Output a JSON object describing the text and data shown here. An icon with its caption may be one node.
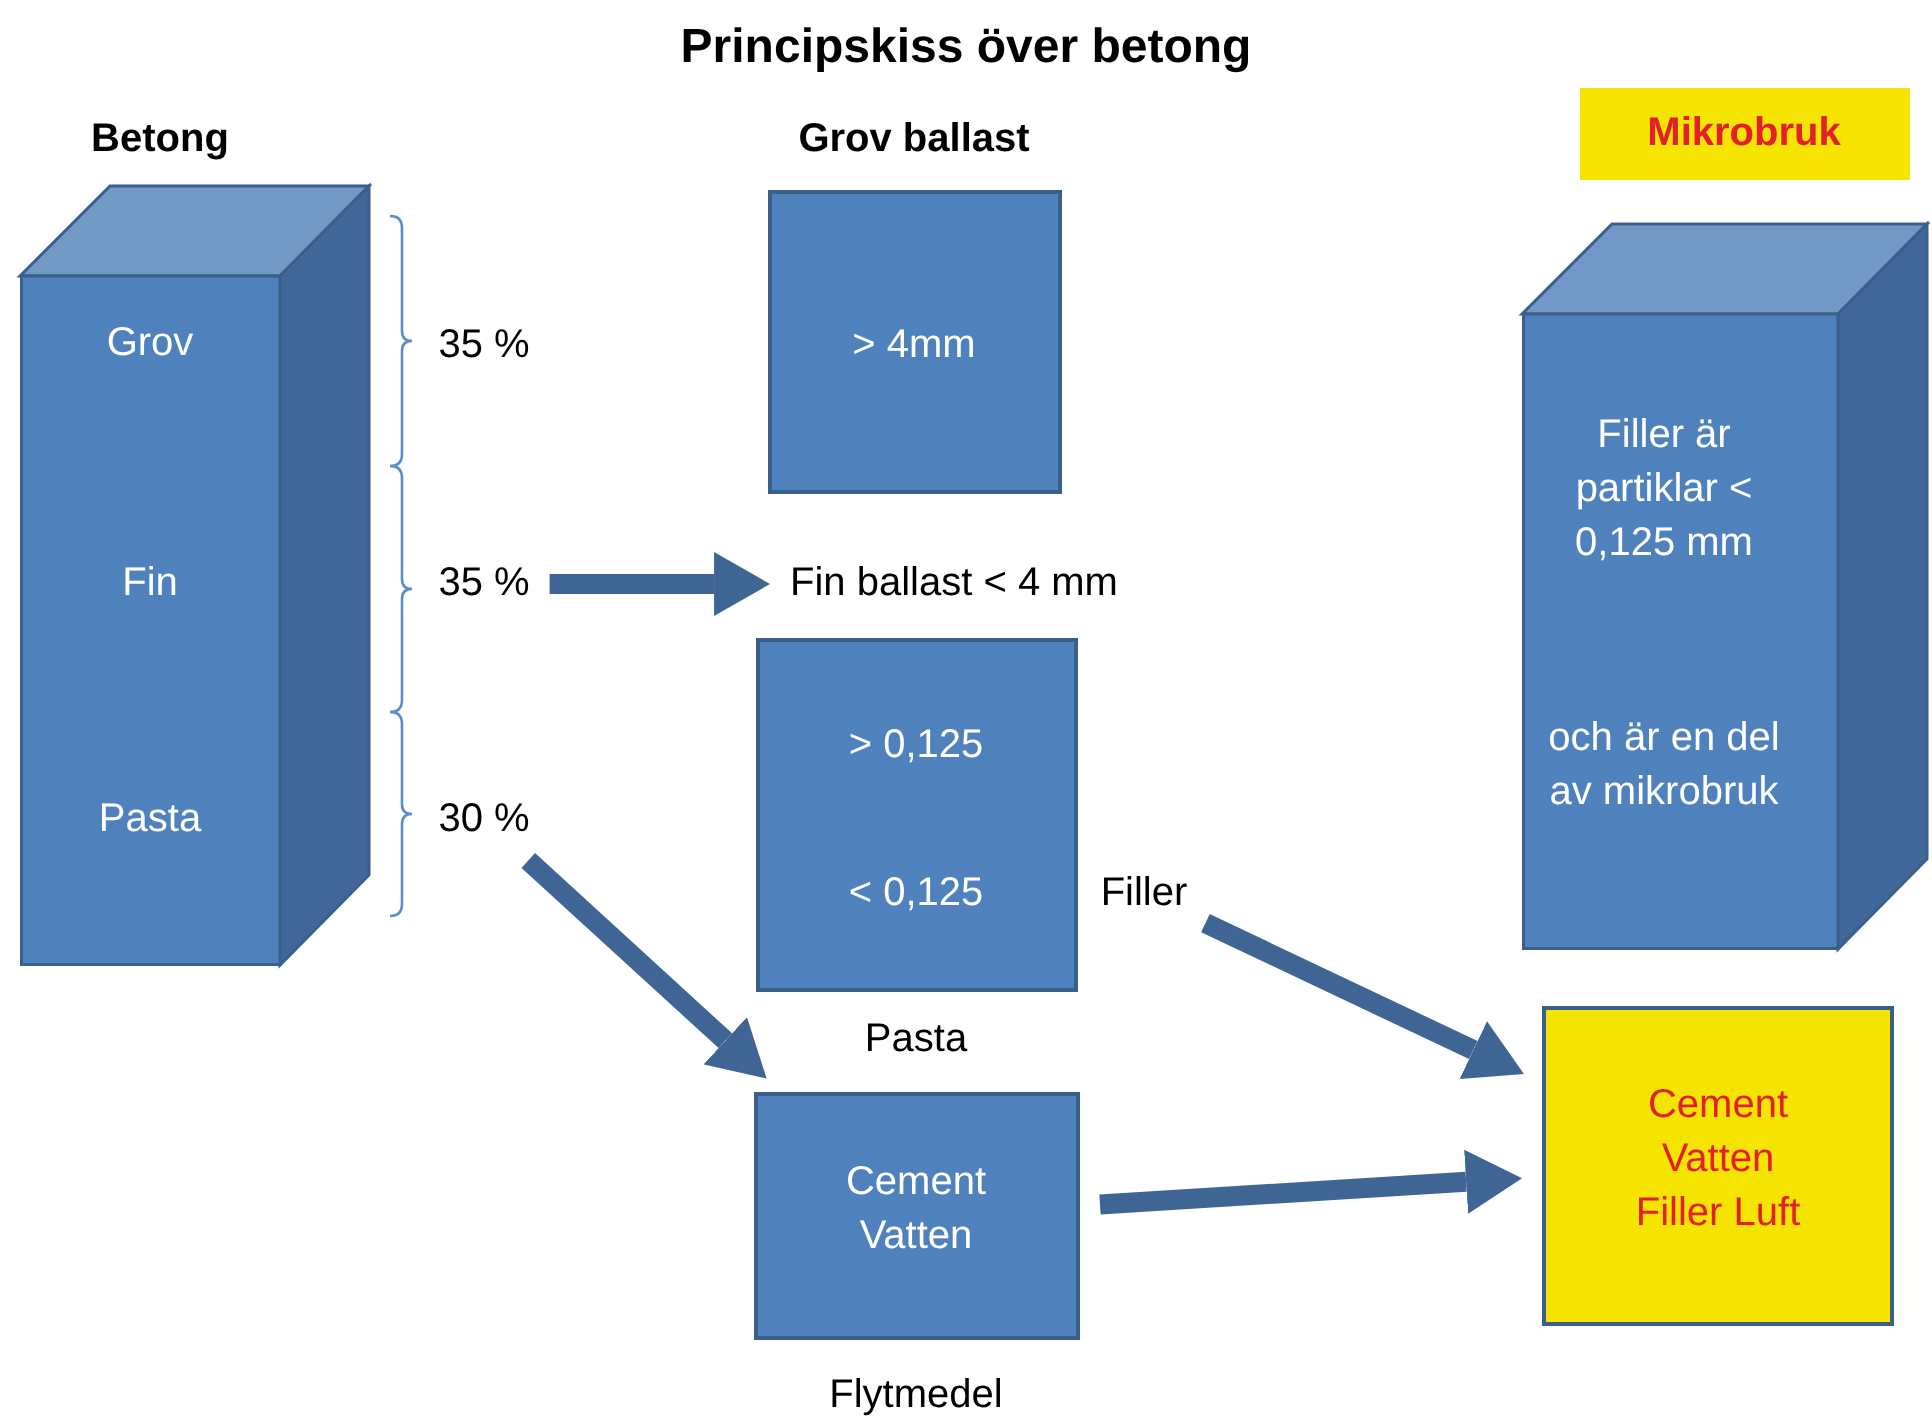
{
  "diagram": {
    "title": "Principskiss över betong",
    "nodes": [
      {
        "text": [
          "Betong",
          "Grov",
          "Fin",
          "Pasta"
        ]
      },
      {
        "text": [
          "Grov ballast",
          "> 4mm"
        ]
      },
      {
        "text": [
          "35 %"
        ]
      },
      {
        "text": [
          "Fin ballast < 4 mm"
        ]
      },
      {
        "text": [
          "30 %"
        ]
      },
      {
        "text": [
          "> 0,125",
          "< 0,125",
          "Pasta"
        ]
      },
      {
        "text": [
          "Filler"
        ]
      },
      {
        "text": [
          "Cement Vatten",
          "Flytmedel"
        ]
      },
      {
        "text": [
          "Mikrobruk"
        ]
      },
      {
        "text": [
          "Filler är partiklar < 0,125 mm",
          "och är en del av mikrobruk"
        ]
      },
      {
        "text": [
          "Cement Vatten Filler Luft"
        ]
      }
    ],
    "edges": [
      {
        "from": 2,
        "to": 3,
        "arrow": "to"
      },
      {
        "from": 4,
        "to": 7,
        "arrow": "to"
      },
      {
        "from": 6,
        "to": 10,
        "arrow": "to"
      },
      {
        "from": 7,
        "to": 10,
        "arrow": "to"
      }
    ],
    "labels": [
      "35 %"
    ]
  }
}
